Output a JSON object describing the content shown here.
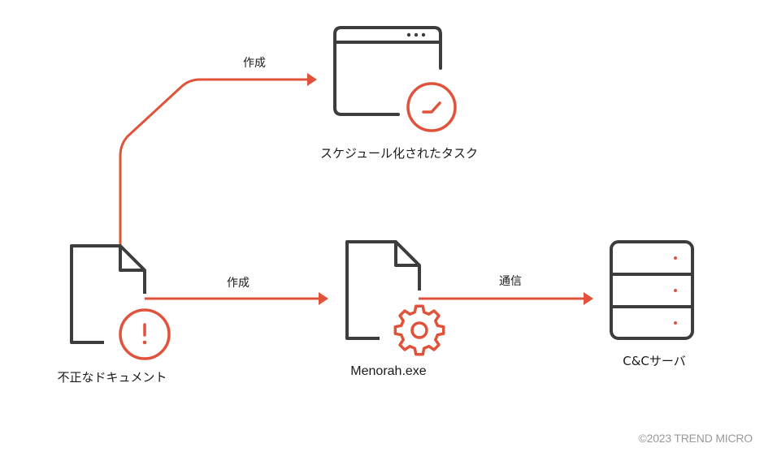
{
  "diagram": {
    "nodes": {
      "malicious_document": {
        "label": "不正なドキュメント",
        "icon": "document-warning-icon"
      },
      "scheduled_task": {
        "label": "スケジュール化されたタスク",
        "icon": "window-clock-icon"
      },
      "menorah_exe": {
        "label": "Menorah.exe",
        "icon": "document-gear-icon"
      },
      "cc_server": {
        "label": "C&Cサーバ",
        "icon": "server-icon"
      }
    },
    "edges": [
      {
        "from": "malicious_document",
        "to": "scheduled_task",
        "label": "作成"
      },
      {
        "from": "malicious_document",
        "to": "menorah_exe",
        "label": "作成"
      },
      {
        "from": "menorah_exe",
        "to": "cc_server",
        "label": "通信"
      }
    ],
    "colors": {
      "accent": "#e0533a",
      "stroke": "#3d3d3d",
      "text": "#1a1a1a",
      "muted": "#9a9a9a"
    }
  },
  "footer": {
    "copyright": "©2023 TREND MICRO"
  }
}
